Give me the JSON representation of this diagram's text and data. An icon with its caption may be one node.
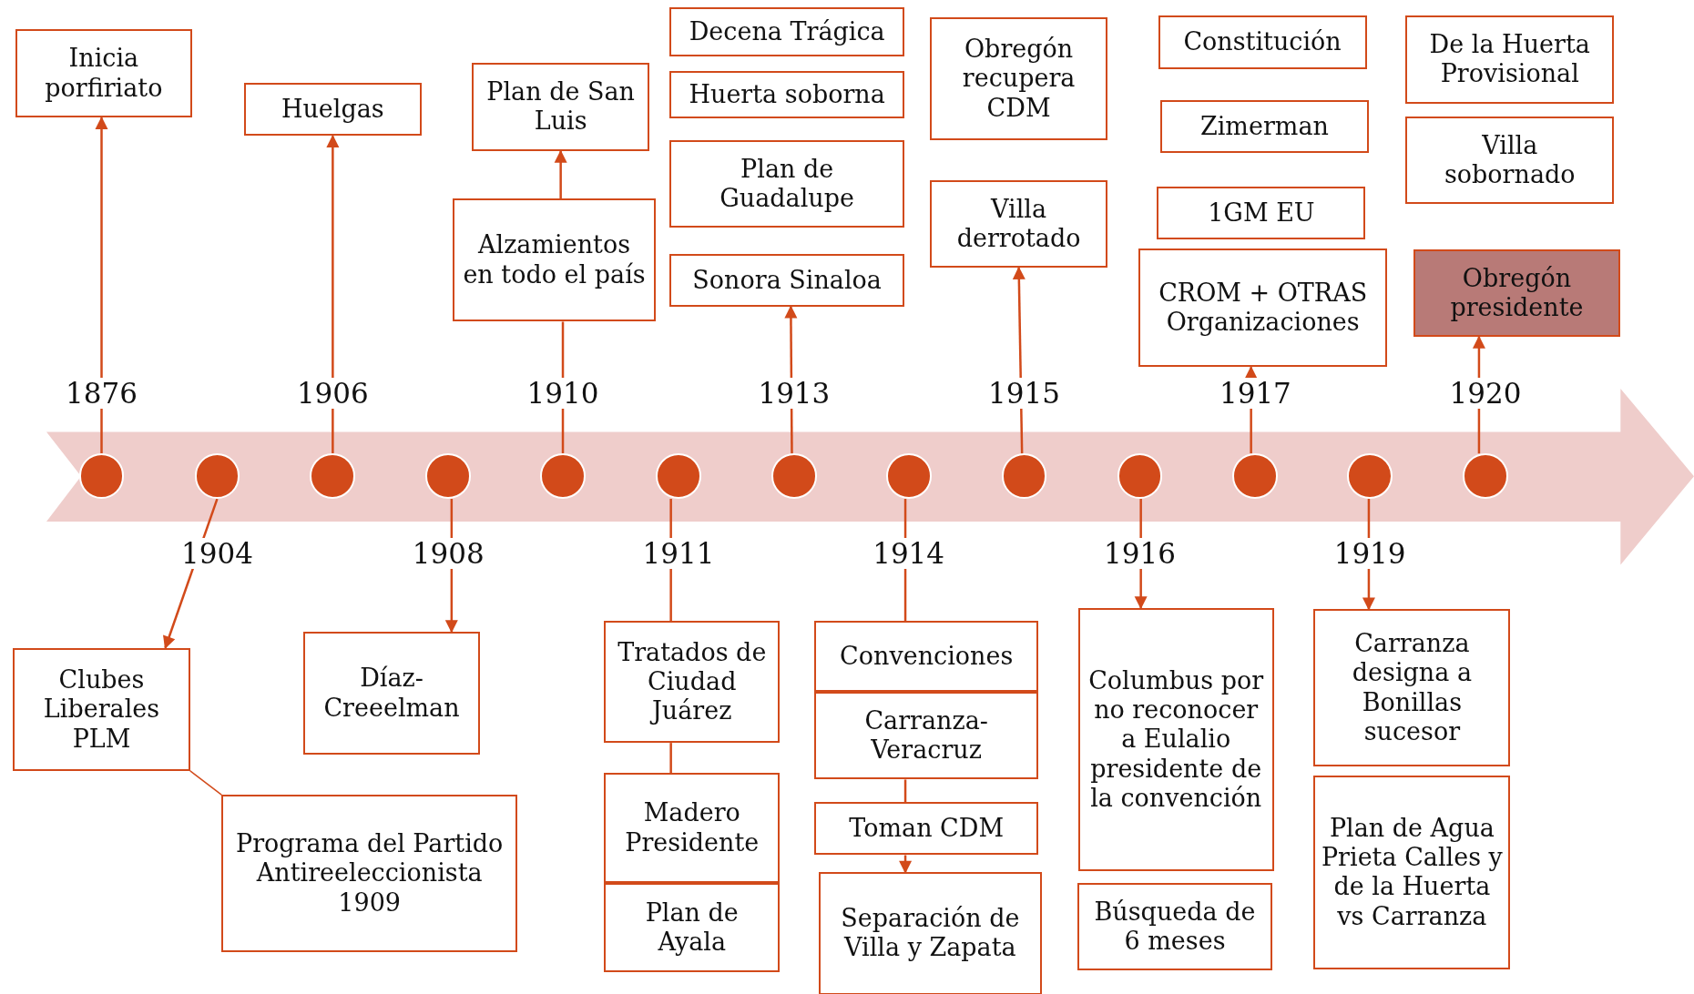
{
  "diagram": {
    "nodes": [
      {
        "text": [
          "Inicia porfiriato"
        ]
      },
      {
        "text": [
          "Huelgas"
        ]
      },
      {
        "text": [
          "Plan de San Luis"
        ]
      },
      {
        "text": [
          "Alzamientos en todo el país"
        ]
      },
      {
        "text": [
          "Decena Trágica"
        ]
      },
      {
        "text": [
          "Huerta soborna"
        ]
      },
      {
        "text": [
          "Plan de Guadalupe"
        ]
      },
      {
        "text": [
          "Sonora Sinaloa"
        ]
      },
      {
        "text": [
          "Obregón recupera CDM"
        ]
      },
      {
        "text": [
          "Villa derrotado"
        ]
      },
      {
        "text": [
          "Constitución"
        ]
      },
      {
        "text": [
          "Zimerman"
        ]
      },
      {
        "text": [
          "1GM EU"
        ]
      },
      {
        "text": [
          "CROM + OTRAS Organizaciones"
        ]
      },
      {
        "text": [
          "De la Huerta Provisional"
        ]
      },
      {
        "text": [
          "Villa sobornado"
        ]
      },
      {
        "text": [
          "Obregón presidente"
        ]
      },
      {
        "text": [],
        "shape": "circle"
      },
      {
        "text": [],
        "shape": "circle"
      },
      {
        "text": [],
        "shape": "circle"
      },
      {
        "text": [],
        "shape": "circle"
      },
      {
        "text": [],
        "shape": "circle"
      },
      {
        "text": [],
        "shape": "circle"
      },
      {
        "text": [],
        "shape": "circle"
      },
      {
        "text": [],
        "shape": "circle"
      },
      {
        "text": [],
        "shape": "circle"
      },
      {
        "text": [],
        "shape": "circle"
      },
      {
        "text": [],
        "shape": "circle"
      },
      {
        "text": [],
        "shape": "circle"
      },
      {
        "text": [],
        "shape": "circle"
      },
      {
        "text": [
          "Clubes Liberales PLM"
        ]
      },
      {
        "text": [
          "Díaz-Creeelman"
        ]
      },
      {
        "text": [
          "Programa del Partido Antireeleccionista 1909"
        ]
      },
      {
        "text": [
          "Tratados de Ciudad Juárez"
        ]
      },
      {
        "text": [
          "Madero Presidente"
        ]
      },
      {
        "text": [
          "Plan de Ayala"
        ]
      },
      {
        "text": [
          "Convenciones"
        ]
      },
      {
        "text": [
          "Carranza-Veracruz"
        ]
      },
      {
        "text": [
          "Toman CDM"
        ]
      },
      {
        "text": [
          "Separación de Villa y Zapata"
        ]
      },
      {
        "text": [
          "Columbus por no reconocer a Eulalio presidente de la convención"
        ]
      },
      {
        "text": [
          "Búsqueda de 6 meses"
        ]
      },
      {
        "text": [
          "Carranza designa a Bonillas sucesor"
        ]
      },
      {
        "text": [
          "Plan de Agua Prieta Calles y de la Huerta vs Carranza"
        ]
      }
    ],
    "edges": [
      {
        "from": 17,
        "to": 0,
        "arrow": "to"
      },
      {
        "from": 19,
        "to": 1,
        "arrow": "to"
      },
      {
        "from": 21,
        "to": 3,
        "arrow": "none"
      },
      {
        "from": 3,
        "to": 2,
        "arrow": "to"
      },
      {
        "from": 23,
        "to": 7,
        "arrow": "to"
      },
      {
        "from": 25,
        "to": 9,
        "arrow": "to"
      },
      {
        "from": 27,
        "to": 13,
        "arrow": "to"
      },
      {
        "from": 29,
        "to": 16,
        "arrow": "to"
      },
      {
        "from": 18,
        "to": 30,
        "arrow": "to"
      },
      {
        "from": 20,
        "to": 31,
        "arrow": "to"
      },
      {
        "from": 22,
        "to": 33,
        "arrow": "none"
      },
      {
        "from": 33,
        "to": 34,
        "arrow": "none"
      },
      {
        "from": 24,
        "to": 36,
        "arrow": "none"
      },
      {
        "from": 37,
        "to": 38,
        "arrow": "none"
      },
      {
        "from": 38,
        "to": 39,
        "arrow": "to"
      },
      {
        "from": 26,
        "to": 40,
        "arrow": "to"
      },
      {
        "from": 28,
        "to": 42,
        "arrow": "to"
      },
      {
        "from": 30,
        "to": 32,
        "arrow": "none"
      }
    ],
    "labels": [
      "1876",
      "1906",
      "1910",
      "1913",
      "1915",
      "1917",
      "1920",
      "1904",
      "1908",
      "1911",
      "1914",
      "1916",
      "1919"
    ]
  }
}
